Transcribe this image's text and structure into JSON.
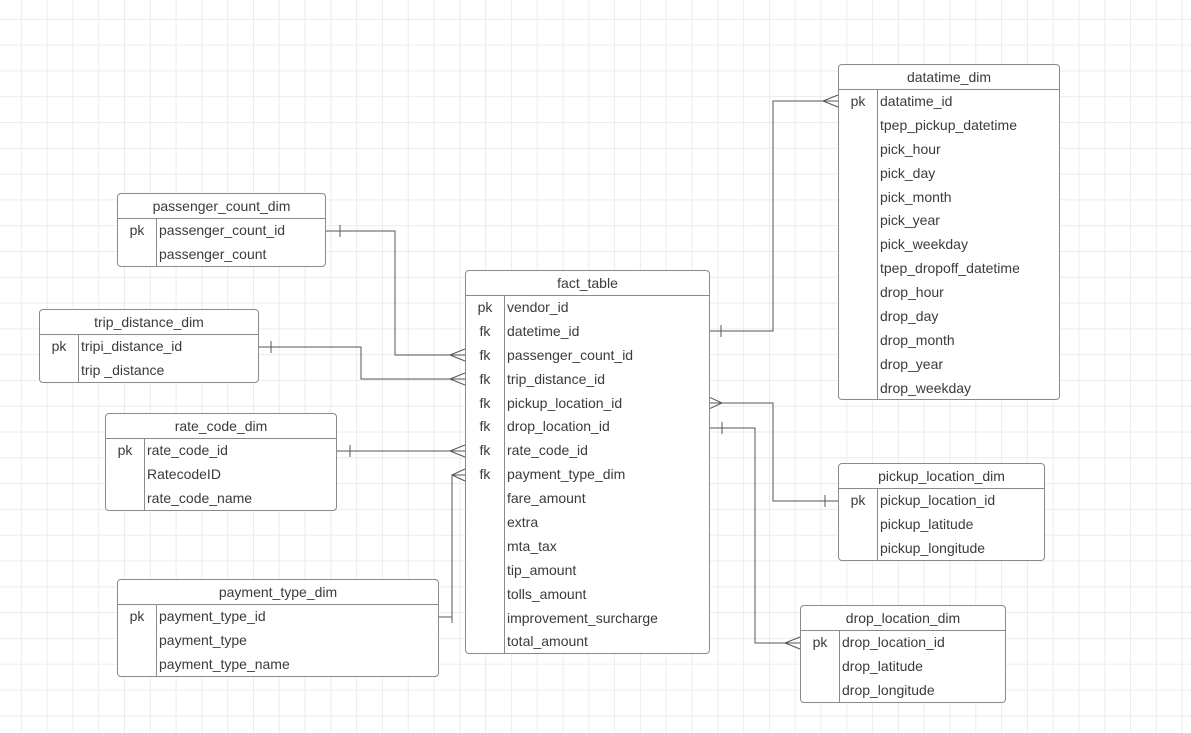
{
  "entities": {
    "fact_table": {
      "title": "fact_table",
      "fields": [
        {
          "key": "pk",
          "name": "vendor_id"
        },
        {
          "key": "fk",
          "name": "datetime_id"
        },
        {
          "key": "fk",
          "name": "passenger_count_id"
        },
        {
          "key": "fk",
          "name": "trip_distance_id"
        },
        {
          "key": "fk",
          "name": "pickup_location_id"
        },
        {
          "key": "fk",
          "name": "drop_location_id"
        },
        {
          "key": "fk",
          "name": "rate_code_id"
        },
        {
          "key": "fk",
          "name": "payment_type_dim"
        },
        {
          "key": "",
          "name": "fare_amount"
        },
        {
          "key": "",
          "name": "extra"
        },
        {
          "key": "",
          "name": "mta_tax"
        },
        {
          "key": "",
          "name": "tip_amount"
        },
        {
          "key": "",
          "name": "tolls_amount"
        },
        {
          "key": "",
          "name": "improvement_surcharge"
        },
        {
          "key": "",
          "name": "total_amount"
        }
      ]
    },
    "datatime_dim": {
      "title": "datatime_dim",
      "fields": [
        {
          "key": "pk",
          "name": "datatime_id"
        },
        {
          "key": "",
          "name": "tpep_pickup_datetime"
        },
        {
          "key": "",
          "name": "pick_hour"
        },
        {
          "key": "",
          "name": "pick_day"
        },
        {
          "key": "",
          "name": "pick_month"
        },
        {
          "key": "",
          "name": "pick_year"
        },
        {
          "key": "",
          "name": "pick_weekday"
        },
        {
          "key": "",
          "name": "tpep_dropoff_datetime"
        },
        {
          "key": "",
          "name": "drop_hour"
        },
        {
          "key": "",
          "name": "drop_day"
        },
        {
          "key": "",
          "name": "drop_month"
        },
        {
          "key": "",
          "name": "drop_year"
        },
        {
          "key": "",
          "name": "drop_weekday"
        }
      ]
    },
    "passenger_count_dim": {
      "title": "passenger_count_dim",
      "fields": [
        {
          "key": "pk",
          "name": "passenger_count_id"
        },
        {
          "key": "",
          "name": "passenger_count"
        }
      ]
    },
    "trip_distance_dim": {
      "title": "trip_distance_dim",
      "fields": [
        {
          "key": "pk",
          "name": "tripi_distance_id"
        },
        {
          "key": "",
          "name": "trip _distance"
        }
      ]
    },
    "rate_code_dim": {
      "title": "rate_code_dim",
      "fields": [
        {
          "key": "pk",
          "name": "rate_code_id"
        },
        {
          "key": "",
          "name": "RatecodeID"
        },
        {
          "key": "",
          "name": "rate_code_name"
        }
      ]
    },
    "payment_type_dim": {
      "title": "payment_type_dim",
      "fields": [
        {
          "key": "pk",
          "name": "payment_type_id"
        },
        {
          "key": "",
          "name": "payment_type"
        },
        {
          "key": "",
          "name": "payment_type_name"
        }
      ]
    },
    "pickup_location_dim": {
      "title": "pickup_location_dim",
      "fields": [
        {
          "key": "pk",
          "name": "pickup_location_id"
        },
        {
          "key": "",
          "name": "pickup_latitude"
        },
        {
          "key": "",
          "name": "pickup_longitude"
        }
      ]
    },
    "drop_location_dim": {
      "title": "drop_location_dim",
      "fields": [
        {
          "key": "pk",
          "name": "drop_location_id"
        },
        {
          "key": "",
          "name": "drop_latitude"
        },
        {
          "key": "",
          "name": "drop_longitude"
        }
      ]
    }
  }
}
